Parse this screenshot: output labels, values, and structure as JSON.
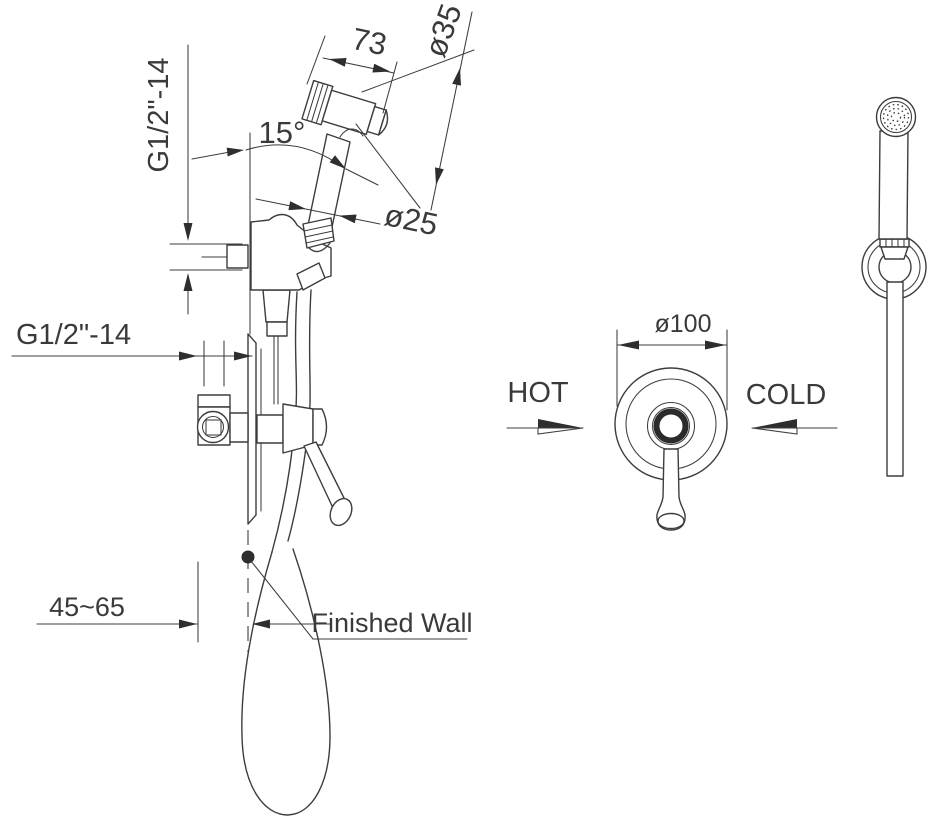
{
  "drawing": {
    "line_color": "#3d3d3d",
    "side_view": {
      "head_length": "73",
      "head_diameter": "ø35",
      "spray_angle": "15°",
      "outlet_thread": "G1/2\"-14",
      "handle_diameter": "ø25",
      "inlet_thread": "G1/2\"-14",
      "wall_depth_range": "45~65",
      "finished_wall_label": "Finished Wall"
    },
    "front_view": {
      "escutcheon_diameter": "ø100",
      "hot_label": "HOT",
      "cold_label": "COLD"
    }
  }
}
